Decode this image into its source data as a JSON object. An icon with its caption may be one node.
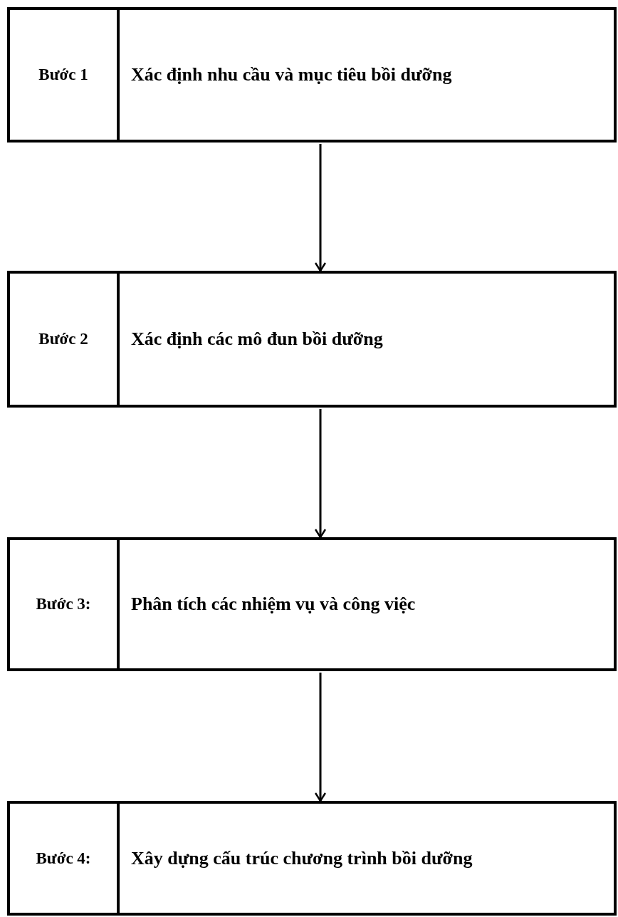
{
  "diagram": {
    "nodes": [
      {
        "text": [
          "Bước 1",
          "Xác định nhu cầu và mục tiêu bồi dưỡng"
        ]
      },
      {
        "text": [
          "Bước 2",
          "Xác định các mô đun bồi dưỡng"
        ]
      },
      {
        "text": [
          "Bước 3:",
          "Phân tích các nhiệm vụ và công việc"
        ]
      },
      {
        "text": [
          "Bước 4:",
          "Xây dựng cấu trúc chương trình bồi dưỡng"
        ]
      }
    ],
    "edges": [
      {
        "from": 0,
        "to": 1,
        "arrow": "to"
      },
      {
        "from": 1,
        "to": 2,
        "arrow": "to"
      },
      {
        "from": 2,
        "to": 3,
        "arrow": "to"
      }
    ]
  }
}
